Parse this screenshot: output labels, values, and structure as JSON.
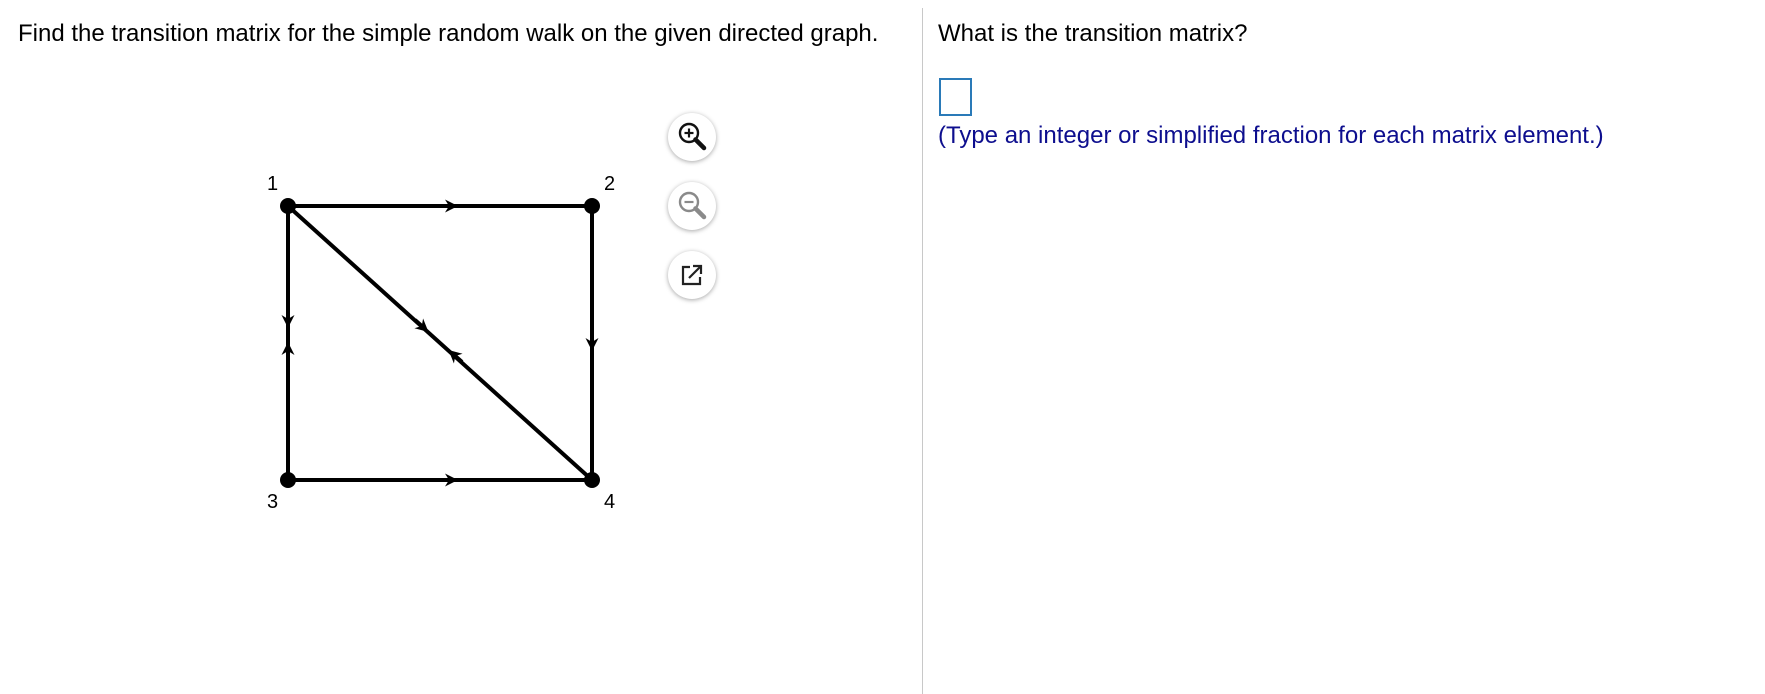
{
  "question": {
    "text": "Find the transition matrix for the simple random walk on the given directed graph."
  },
  "graph": {
    "nodes": [
      {
        "id": "1",
        "label": "1"
      },
      {
        "id": "2",
        "label": "2"
      },
      {
        "id": "3",
        "label": "3"
      },
      {
        "id": "4",
        "label": "4"
      }
    ],
    "edges": [
      {
        "from": "1",
        "to": "2"
      },
      {
        "from": "1",
        "to": "3"
      },
      {
        "from": "3",
        "to": "1"
      },
      {
        "from": "1",
        "to": "4"
      },
      {
        "from": "4",
        "to": "1"
      },
      {
        "from": "2",
        "to": "4"
      },
      {
        "from": "3",
        "to": "4"
      }
    ]
  },
  "tools": {
    "zoom_in_icon": "magnifier-plus-icon",
    "zoom_out_icon": "magnifier-minus-icon",
    "popout_icon": "external-link-icon"
  },
  "answer": {
    "prompt": "What is the transition matrix?",
    "input_value": "",
    "hint": "(Type an integer or simplified fraction for each matrix element.)"
  },
  "colors": {
    "hint": "#0d0e8e",
    "input_border": "#2a7ab8"
  }
}
